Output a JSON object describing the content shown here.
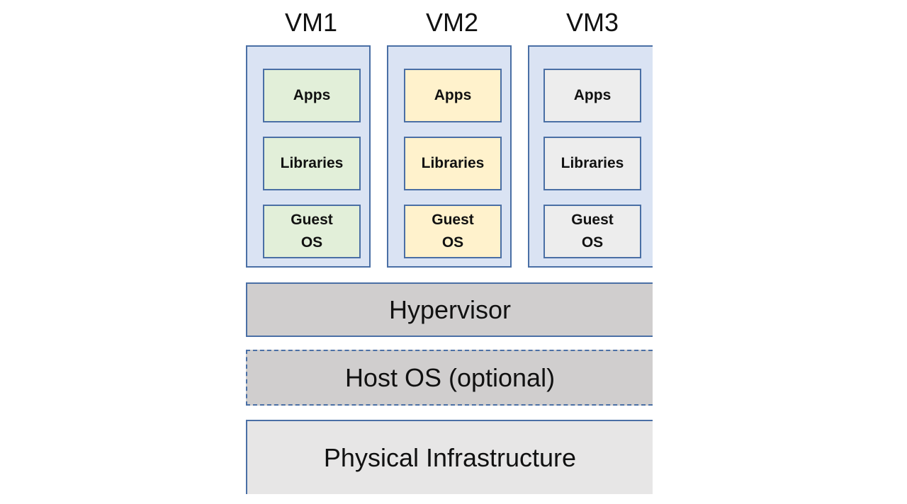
{
  "vms": [
    {
      "title": "VM1",
      "apps": "Apps",
      "libraries": "Libraries",
      "guest_line1": "Guest",
      "guest_line2": "OS",
      "fill": "#e2efd9"
    },
    {
      "title": "VM2",
      "apps": "Apps",
      "libraries": "Libraries",
      "guest_line1": "Guest",
      "guest_line2": "OS",
      "fill": "#fff2cc"
    },
    {
      "title": "VM3",
      "apps": "Apps",
      "libraries": "Libraries",
      "guest_line1": "Guest",
      "guest_line2": "OS",
      "fill": "#ededed"
    }
  ],
  "layers": {
    "hypervisor": "Hypervisor",
    "host_os": "Host OS (optional)",
    "physical": "Physical Infrastructure"
  },
  "colors": {
    "vm_panel": "#dae3f3",
    "border": "#4a6fa5",
    "hypervisor_fill": "#d0cece",
    "host_os_fill": "#d0cece",
    "physical_fill": "#e7e6e6"
  }
}
